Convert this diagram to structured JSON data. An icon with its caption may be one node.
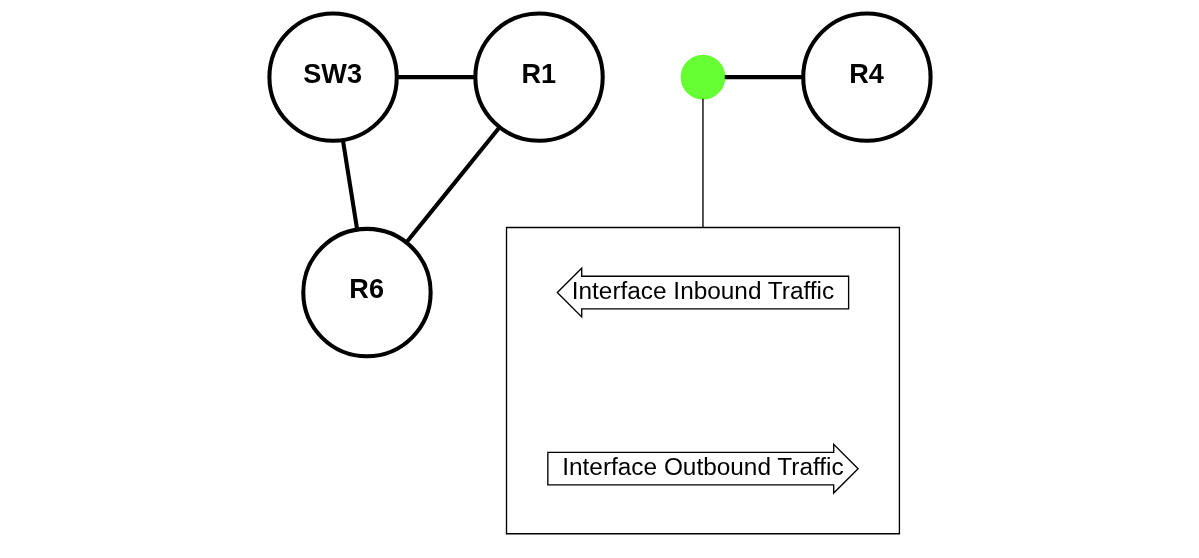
{
  "diagram": {
    "nodes": [
      {
        "text": [
          "SW3"
        ]
      },
      {
        "text": [
          "R1"
        ]
      },
      {
        "text": [],
        "shape": "circle"
      },
      {
        "text": [
          "R4"
        ]
      },
      {
        "text": [
          "R6"
        ]
      },
      {
        "text": [],
        "shape": "box"
      },
      {
        "text": [
          "Interface Inbound Traffic"
        ],
        "in": 5
      },
      {
        "text": [
          "Interface Outbound Traffic"
        ],
        "in": 5
      }
    ],
    "edges": [
      {
        "from": 0,
        "to": 1,
        "arrow": "none"
      },
      {
        "from": 0,
        "to": 4,
        "arrow": "none"
      },
      {
        "from": 1,
        "to": 4,
        "arrow": "none"
      },
      {
        "from": 2,
        "to": 3,
        "arrow": "none"
      },
      {
        "from": 5,
        "to": 2,
        "arrow": "none"
      }
    ]
  }
}
